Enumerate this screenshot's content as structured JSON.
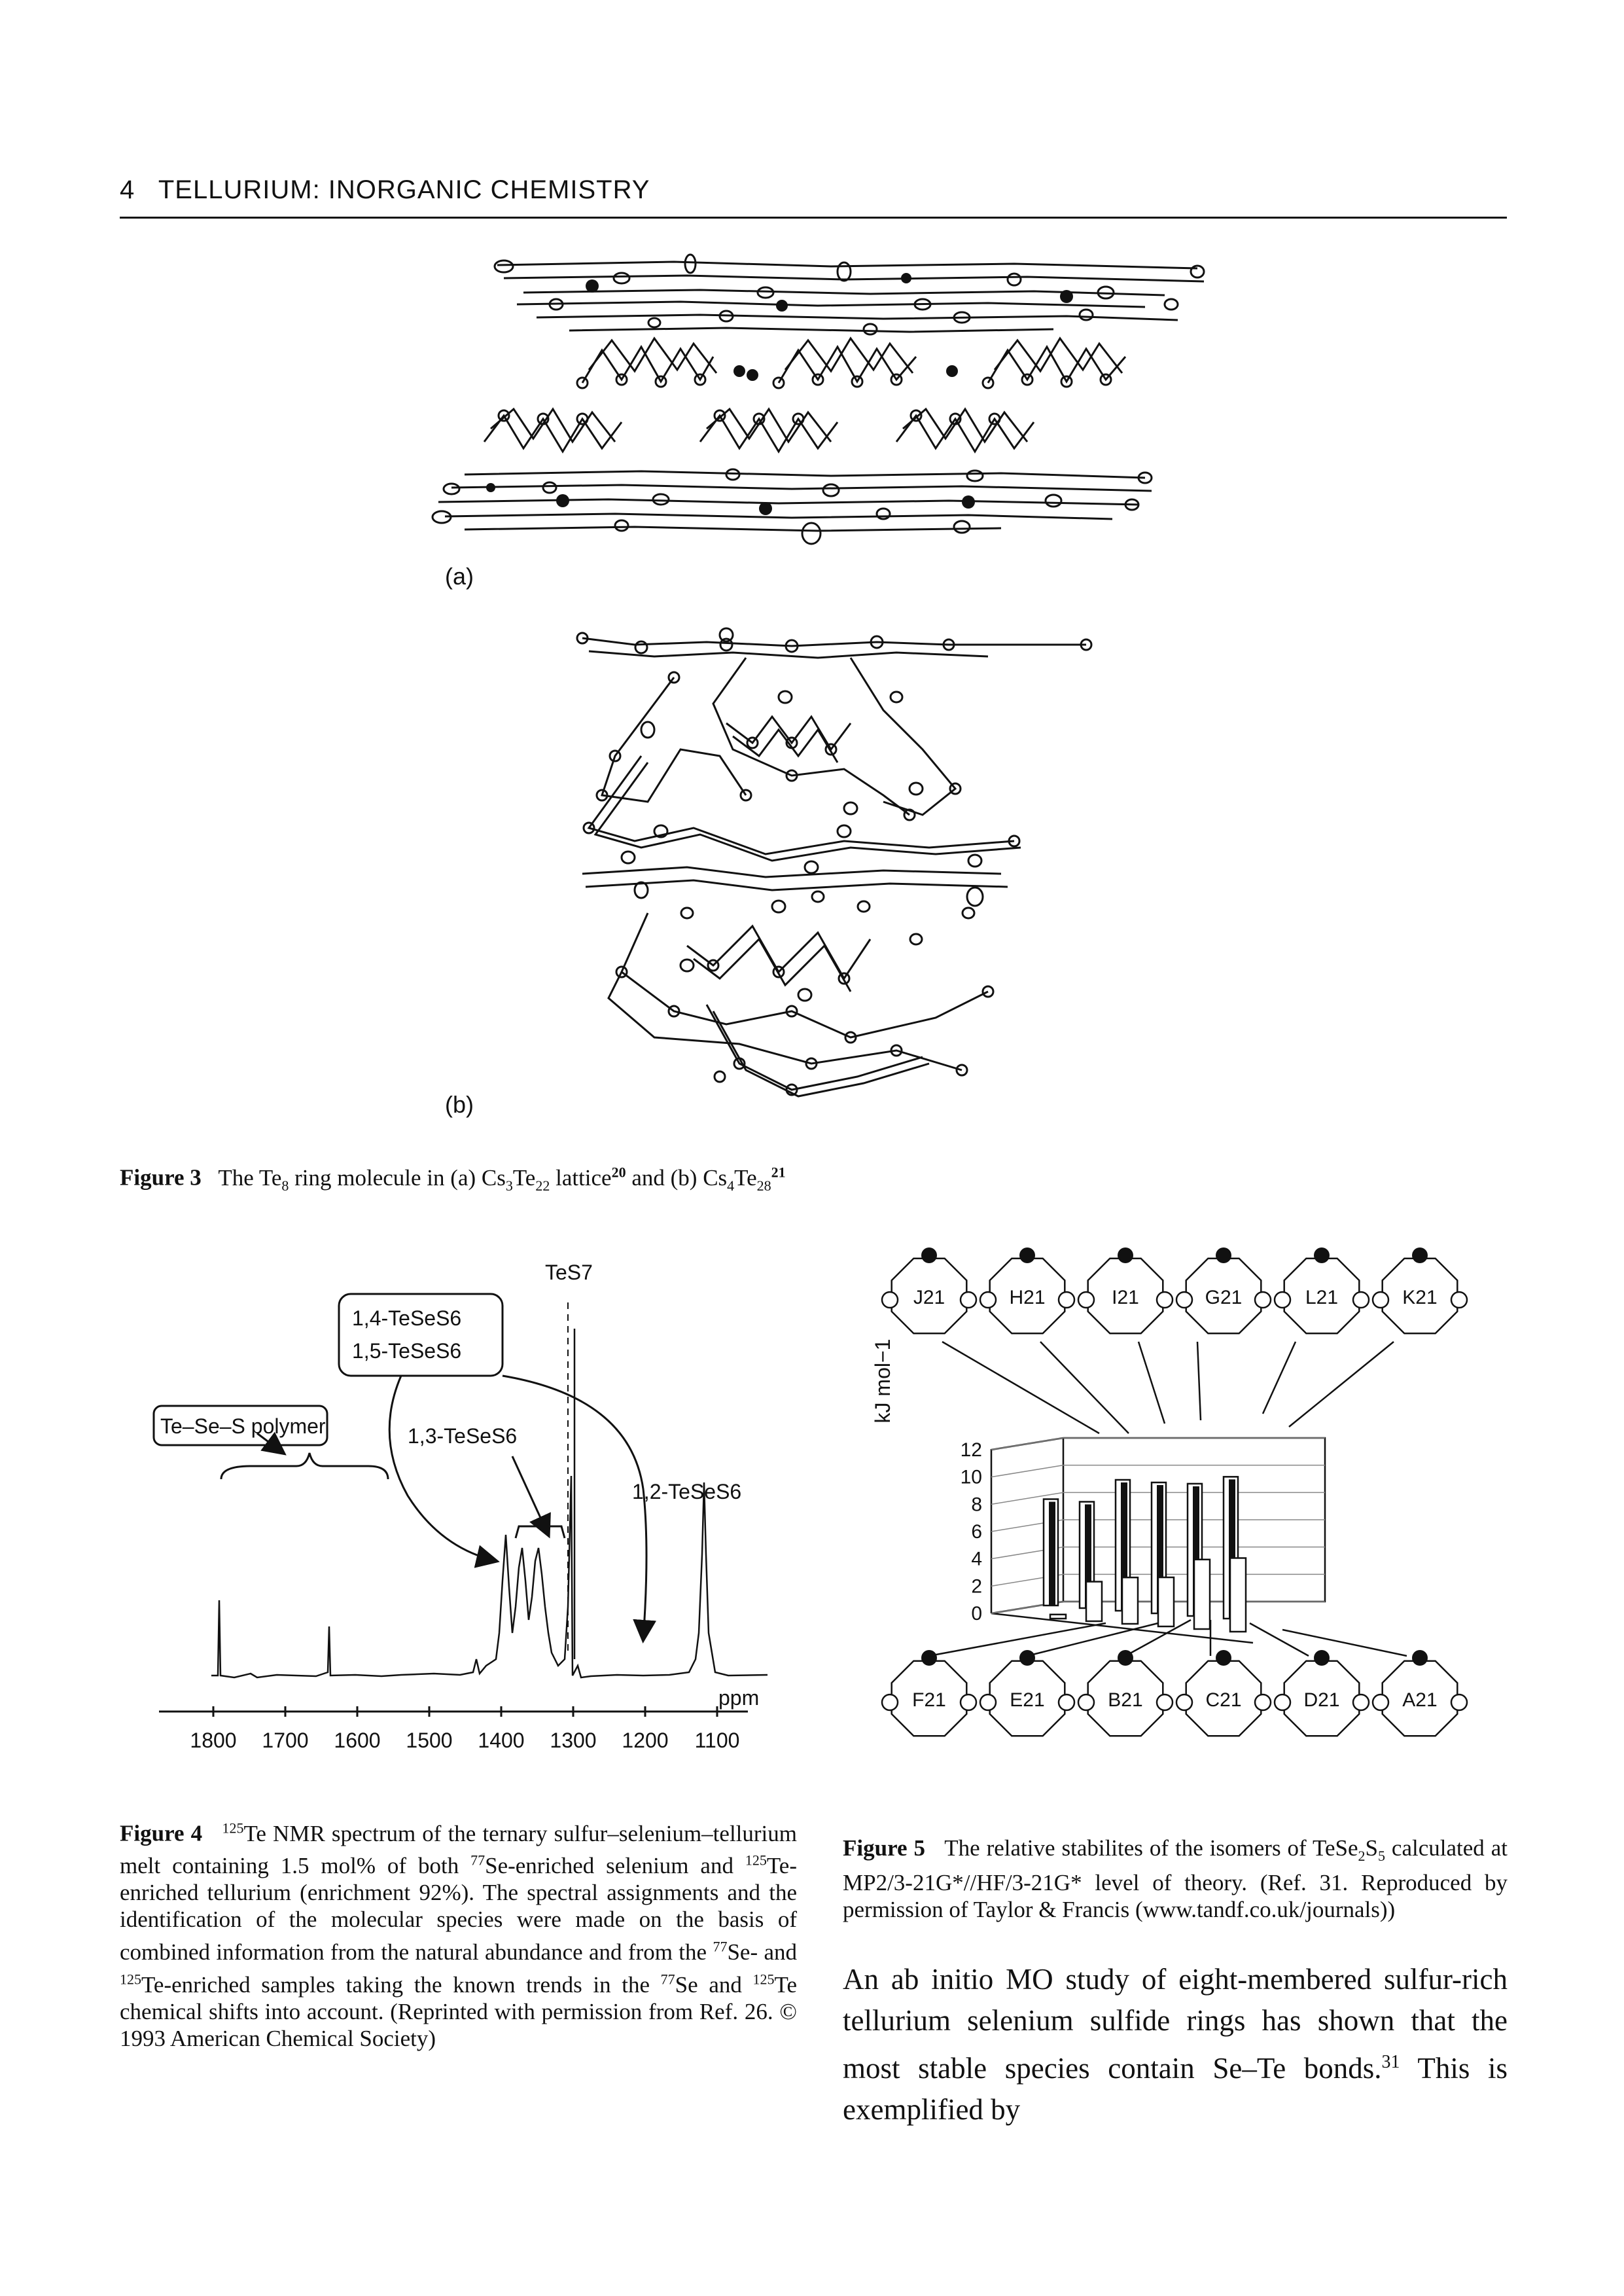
{
  "header": {
    "page_number": "4",
    "running_title": "TELLURIUM: INORGANIC CHEMISTRY"
  },
  "figure3": {
    "panel_a": "(a)",
    "panel_b": "(b)",
    "caption_label": "Figure 3",
    "caption_text": "The Te8 ring molecule in (a) Cs3Te22 lattice20 and (b) Cs4Te2821"
  },
  "figure4": {
    "labels": {
      "tes7": "TeS7",
      "box_a_line1": "1,4-TeSeS6",
      "box_a_line2": "1,5-TeSeS6",
      "polymer": "Te–Se–S polymer",
      "te13": "1,3-TeSeS6",
      "te12": "1,2-TeSeS6",
      "ppm": "ppm"
    },
    "axis_ticks": [
      "1800",
      "1700",
      "1600",
      "1500",
      "1400",
      "1300",
      "1200",
      "1100"
    ],
    "caption_label": "Figure 4",
    "caption_text": "125Te NMR spectrum of the ternary sulfur–selenium–tellurium melt containing 1.5 mol% of both 77Se-enriched selenium and 125Te-enriched tellurium (enrichment 92%). The spectral assignments and the identification of the molecular species were made on the basis of combined information from the natural abundance and from the 77Se- and 125Te-enriched samples taking the known trends in the 77Se and 125Te chemical shifts into account. (Reprinted with permission from Ref. 26. © 1993 American Chemical Society)"
  },
  "figure5": {
    "ylabel": "kJ mol−1",
    "y_ticks": [
      "12",
      "10",
      "8",
      "6",
      "4",
      "2",
      "0"
    ],
    "top_isomers": [
      "J21",
      "H21",
      "I21",
      "G21",
      "L21",
      "K21"
    ],
    "bottom_isomers": [
      "F21",
      "E21",
      "B21",
      "C21",
      "D21",
      "A21"
    ],
    "caption_label": "Figure 5",
    "caption_text": "The relative stabilites of the isomers of TeSe2S5 calculated at MP2/3-21G*//HF/3-21G* level of theory. (Ref. 31. Reproduced by permission of Taylor & Francis (www.tandf.co.uk/journals))"
  },
  "chart_data": {
    "type": "bar",
    "ylabel": "kJ mol−1",
    "ylim": [
      0,
      12
    ],
    "series": [
      {
        "values": [
          7.8,
          7.8,
          9.6,
          9.6,
          9.7,
          10.4
        ]
      },
      {
        "values": [
          0.3,
          2.9,
          3.4,
          3.6,
          5.1,
          5.4
        ]
      }
    ]
  },
  "body_text": "An ab initio MO study of eight-membered sulfur-rich tellurium selenium sulfide rings has shown that the most stable species contain Se–Te bonds.31 This is exemplified by"
}
